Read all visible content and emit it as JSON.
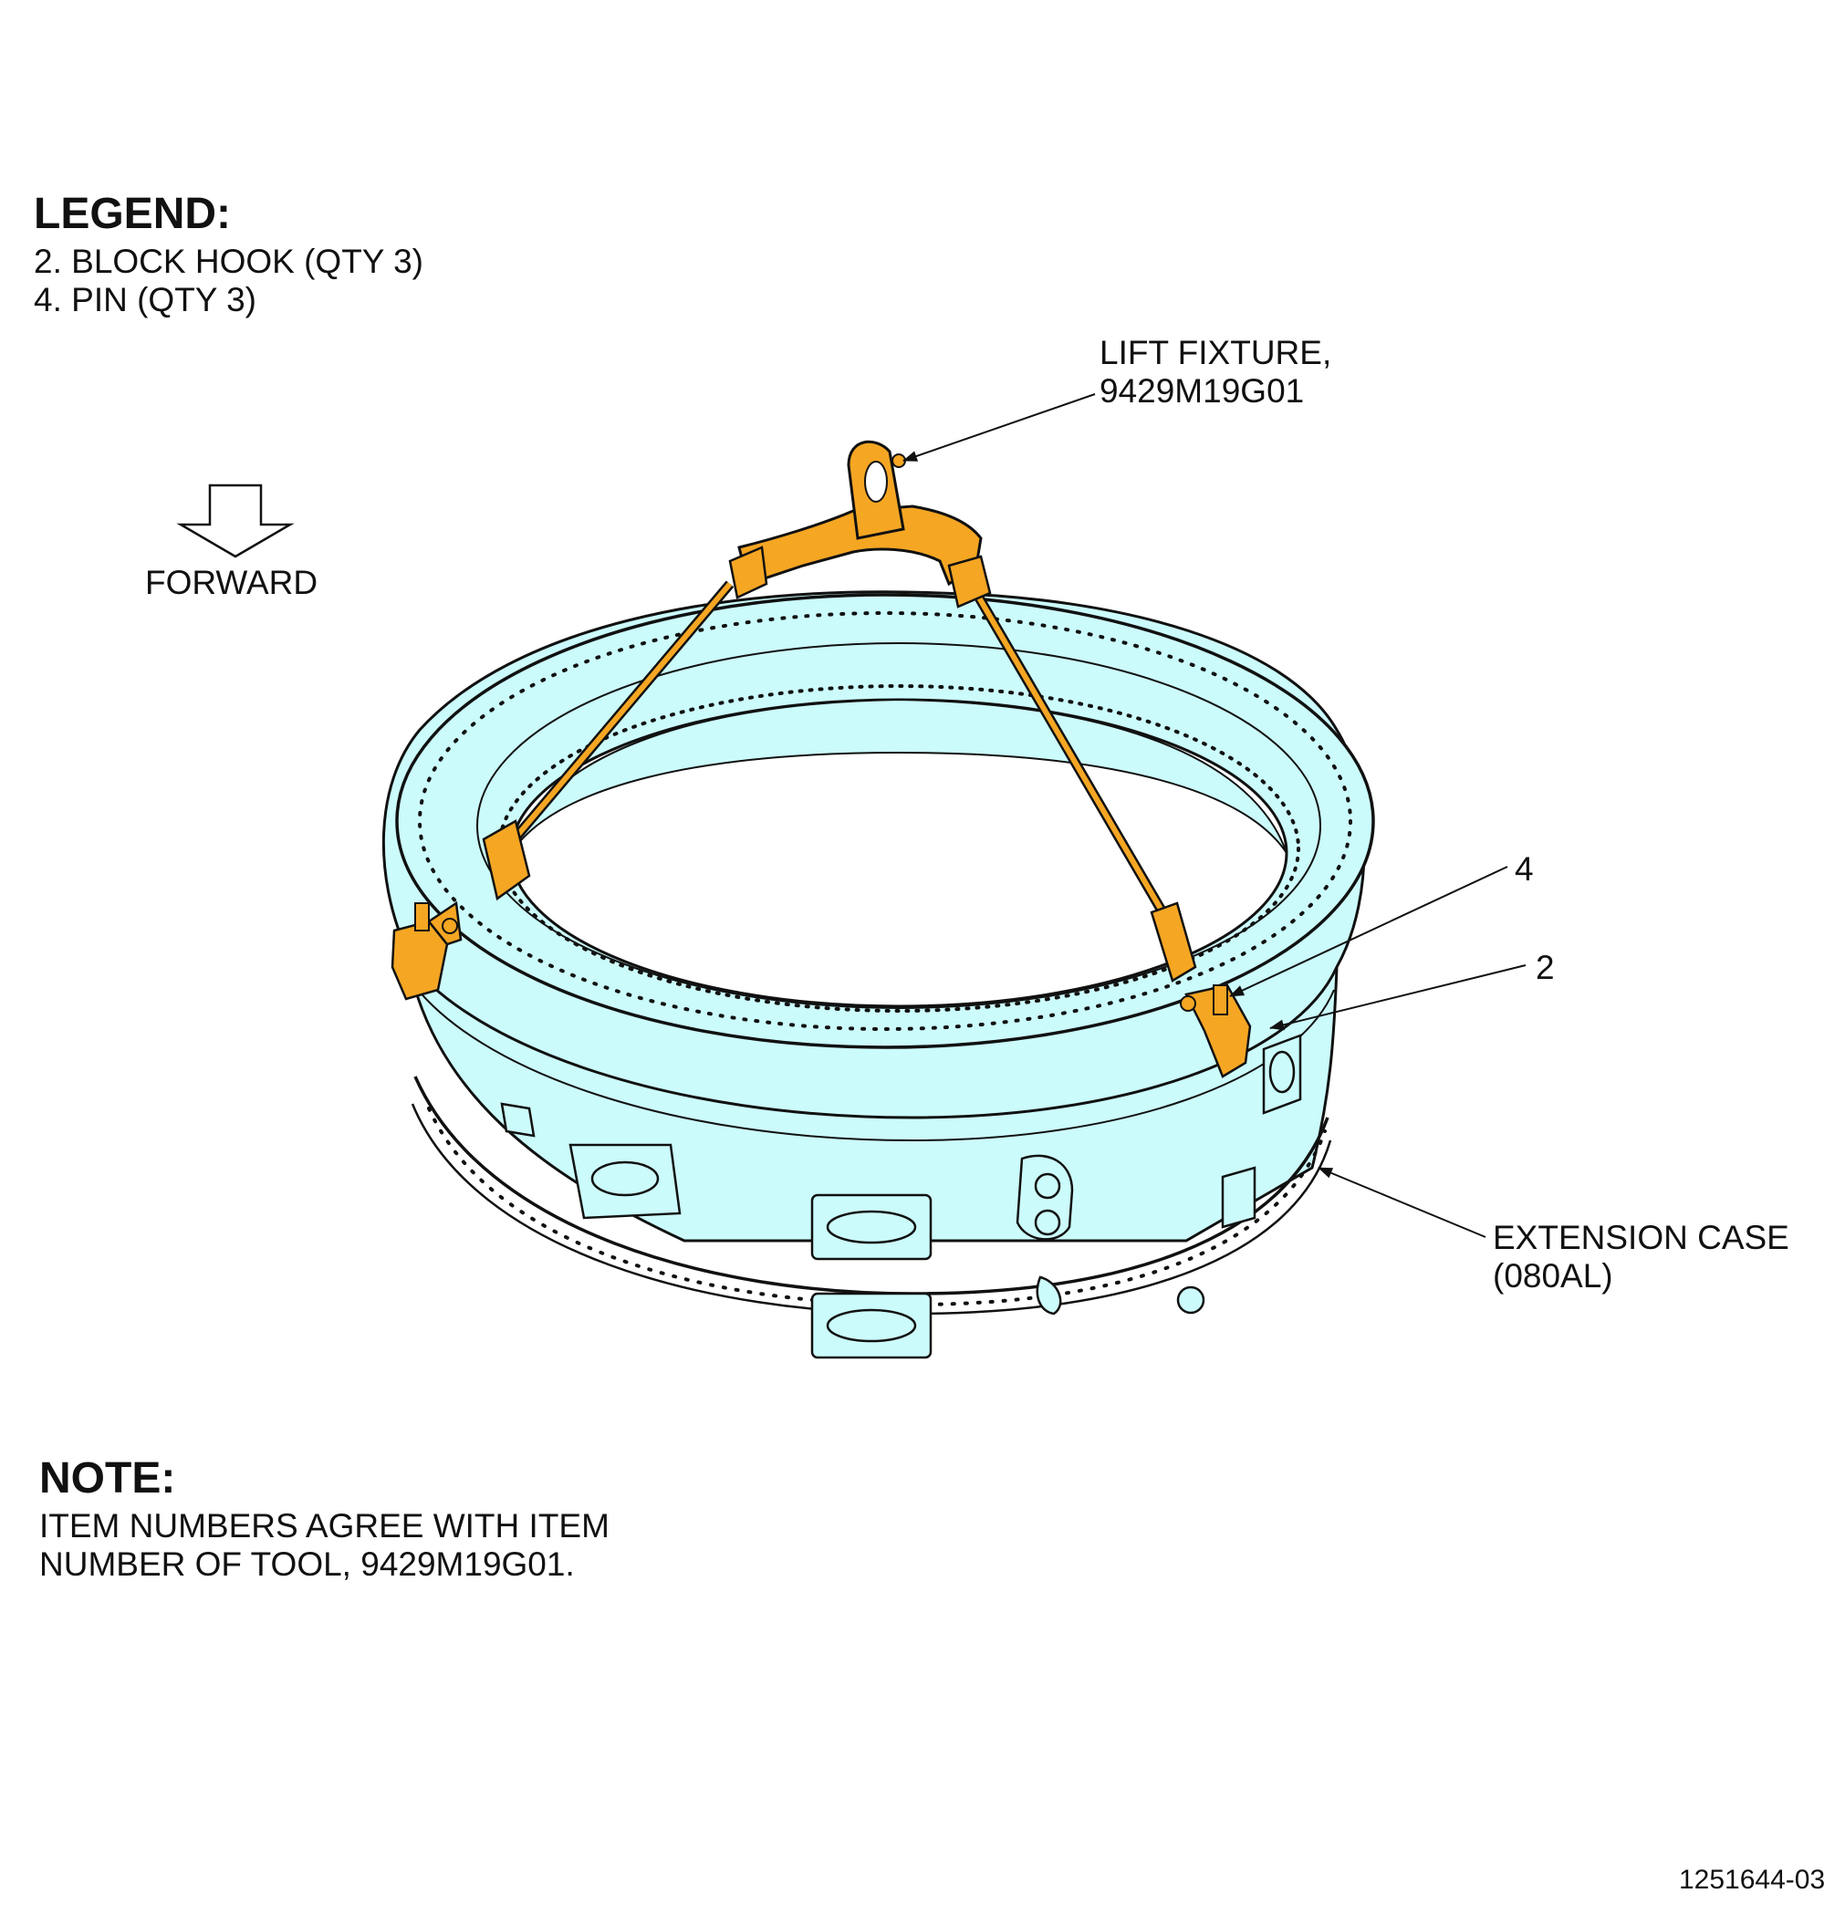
{
  "legend": {
    "title": "LEGEND:",
    "items": [
      "2. BLOCK HOOK (QTY 3)",
      "4. PIN (QTY 3)"
    ]
  },
  "forward_label": "FORWARD",
  "callouts": {
    "lift_fixture": [
      "LIFT FIXTURE,",
      "9429M19G01"
    ],
    "item_4": "4",
    "item_2": "2",
    "extension_case": [
      "EXTENSION CASE",
      "(080AL)"
    ]
  },
  "note": {
    "title": "NOTE:",
    "lines": [
      "ITEM NUMBERS AGREE WITH ITEM",
      "NUMBER OF TOOL, 9429M19G01."
    ]
  },
  "figure_number": "1251644-03",
  "colors": {
    "case_fill": "#ccfbfb",
    "fixture_fill": "#f5a623",
    "line": "#111111"
  }
}
